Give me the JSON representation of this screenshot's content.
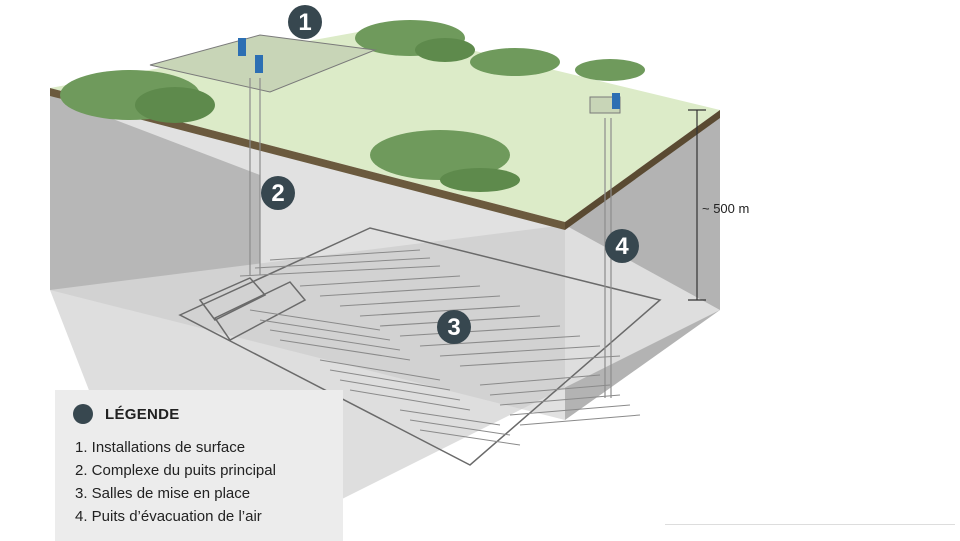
{
  "markers": [
    {
      "label": "1"
    },
    {
      "label": "2"
    },
    {
      "label": "3"
    },
    {
      "label": "4"
    }
  ],
  "depth_label": "~ 500 m",
  "legend": {
    "title": "LÉGENDE",
    "items": [
      "1. Installations de surface",
      "2. Complexe du puits principal",
      "3. Salles de mise en place",
      "4. Puits d’évacuation de l’air"
    ]
  },
  "colors": {
    "ground_top": "#dcebc8",
    "ground_edge": "#6b5a3e",
    "underground": "#a6a6a6",
    "floor": "#d9d9d9",
    "hills": "#6f9a5c",
    "marker": "#37474f",
    "facility": "#2c6fb3"
  }
}
